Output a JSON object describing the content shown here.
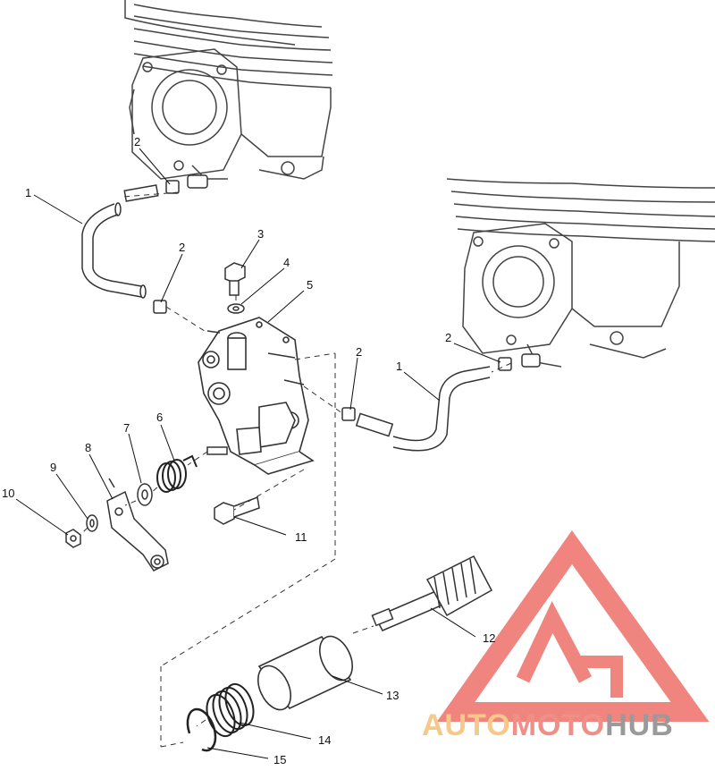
{
  "diagram": {
    "callouts": [
      {
        "id": "c1a",
        "text": "1"
      },
      {
        "id": "c2a",
        "text": "2"
      },
      {
        "id": "c2b",
        "text": "2"
      },
      {
        "id": "c3",
        "text": "3"
      },
      {
        "id": "c4",
        "text": "4"
      },
      {
        "id": "c5",
        "text": "5"
      },
      {
        "id": "c2c",
        "text": "2"
      },
      {
        "id": "c1b",
        "text": "1"
      },
      {
        "id": "c2d",
        "text": "2"
      },
      {
        "id": "c6",
        "text": "6"
      },
      {
        "id": "c7",
        "text": "7"
      },
      {
        "id": "c8",
        "text": "8"
      },
      {
        "id": "c9",
        "text": "9"
      },
      {
        "id": "c10",
        "text": "10"
      },
      {
        "id": "c11",
        "text": "11"
      },
      {
        "id": "c12",
        "text": "12"
      },
      {
        "id": "c13",
        "text": "13"
      },
      {
        "id": "c14",
        "text": "14"
      },
      {
        "id": "c15",
        "text": "15"
      }
    ]
  },
  "watermark": {
    "part1": "AUTO",
    "part2": "MOTO",
    "part3": "HUB",
    "colors": {
      "auto": "#f5c98a",
      "moto": "#f08f86",
      "hub": "#9a9a9a",
      "logo": "#ee6f68"
    }
  }
}
